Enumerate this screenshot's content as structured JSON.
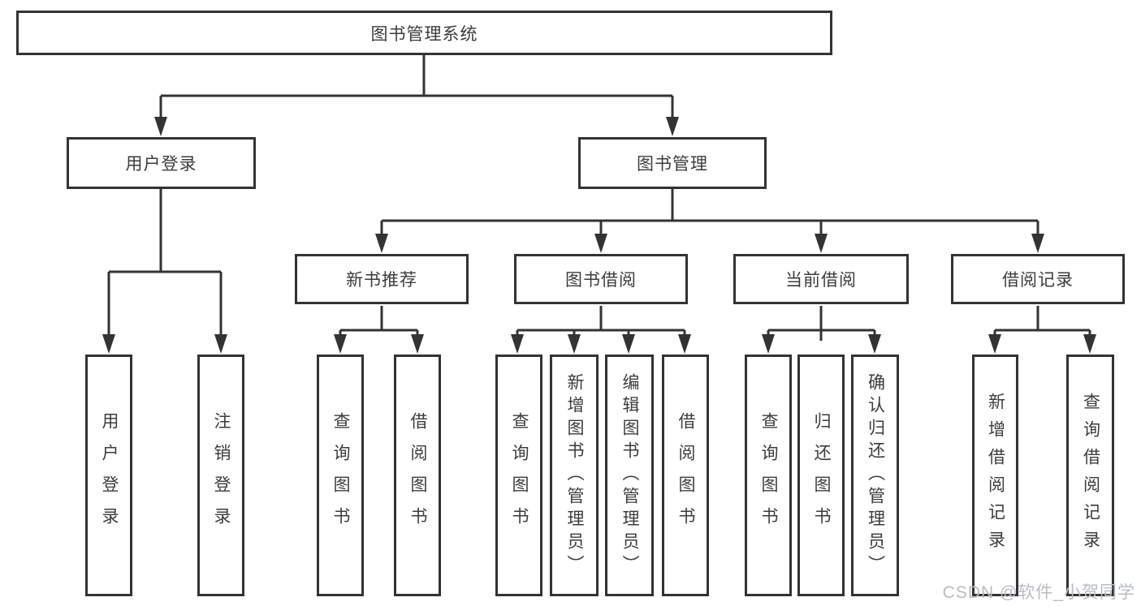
{
  "diagram": {
    "root": {
      "label": "图书管理系统"
    },
    "level2": [
      {
        "label": "用户登录"
      },
      {
        "label": "图书管理"
      }
    ],
    "level3": [
      {
        "label": "新书推荐"
      },
      {
        "label": "图书借阅"
      },
      {
        "label": "当前借阅"
      },
      {
        "label": "借阅记录"
      }
    ],
    "leaves": {
      "user": [
        "用户登录",
        "注销登录"
      ],
      "recommend": [
        "查询图书",
        "借阅图书"
      ],
      "borrow": [
        "查询图书",
        "新增图书（管理员）",
        "编辑图书（管理员）",
        "借阅图书"
      ],
      "current": [
        "查询图书",
        "归还图书",
        "确认归还（管理员）"
      ],
      "records": [
        "新增借阅记录",
        "查询借阅记录"
      ]
    }
  },
  "watermark": {
    "text": "CSDN @软件_小贺同学"
  },
  "colors": {
    "line": "#333333",
    "text": "#3c3c3c",
    "background": "#ffffff",
    "watermark": "#b9bcc0"
  }
}
